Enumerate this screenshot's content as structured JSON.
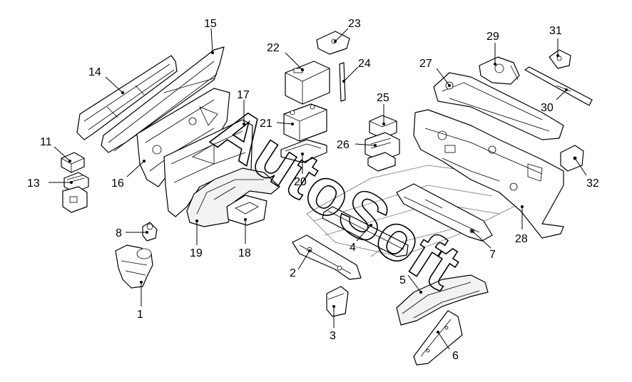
{
  "parts": [
    {
      "id": "1",
      "label": "1"
    },
    {
      "id": "2",
      "label": "2"
    },
    {
      "id": "3",
      "label": "3"
    },
    {
      "id": "4",
      "label": "4"
    },
    {
      "id": "5",
      "label": "5"
    },
    {
      "id": "6",
      "label": "6"
    },
    {
      "id": "7",
      "label": "7"
    },
    {
      "id": "8",
      "label": "8"
    },
    {
      "id": "11",
      "label": "11"
    },
    {
      "id": "13",
      "label": "13"
    },
    {
      "id": "14",
      "label": "14"
    },
    {
      "id": "15",
      "label": "15"
    },
    {
      "id": "16",
      "label": "16"
    },
    {
      "id": "17",
      "label": "17"
    },
    {
      "id": "18",
      "label": "18"
    },
    {
      "id": "19",
      "label": "19"
    },
    {
      "id": "20",
      "label": "20"
    },
    {
      "id": "21",
      "label": "21"
    },
    {
      "id": "22",
      "label": "22"
    },
    {
      "id": "23",
      "label": "23"
    },
    {
      "id": "24",
      "label": "24"
    },
    {
      "id": "25",
      "label": "25"
    },
    {
      "id": "26",
      "label": "26"
    },
    {
      "id": "27",
      "label": "27"
    },
    {
      "id": "28",
      "label": "28"
    },
    {
      "id": "29",
      "label": "29"
    },
    {
      "id": "30",
      "label": "30"
    },
    {
      "id": "31",
      "label": "31"
    },
    {
      "id": "32",
      "label": "32"
    }
  ],
  "watermark": {
    "text": "AutoSoft"
  }
}
